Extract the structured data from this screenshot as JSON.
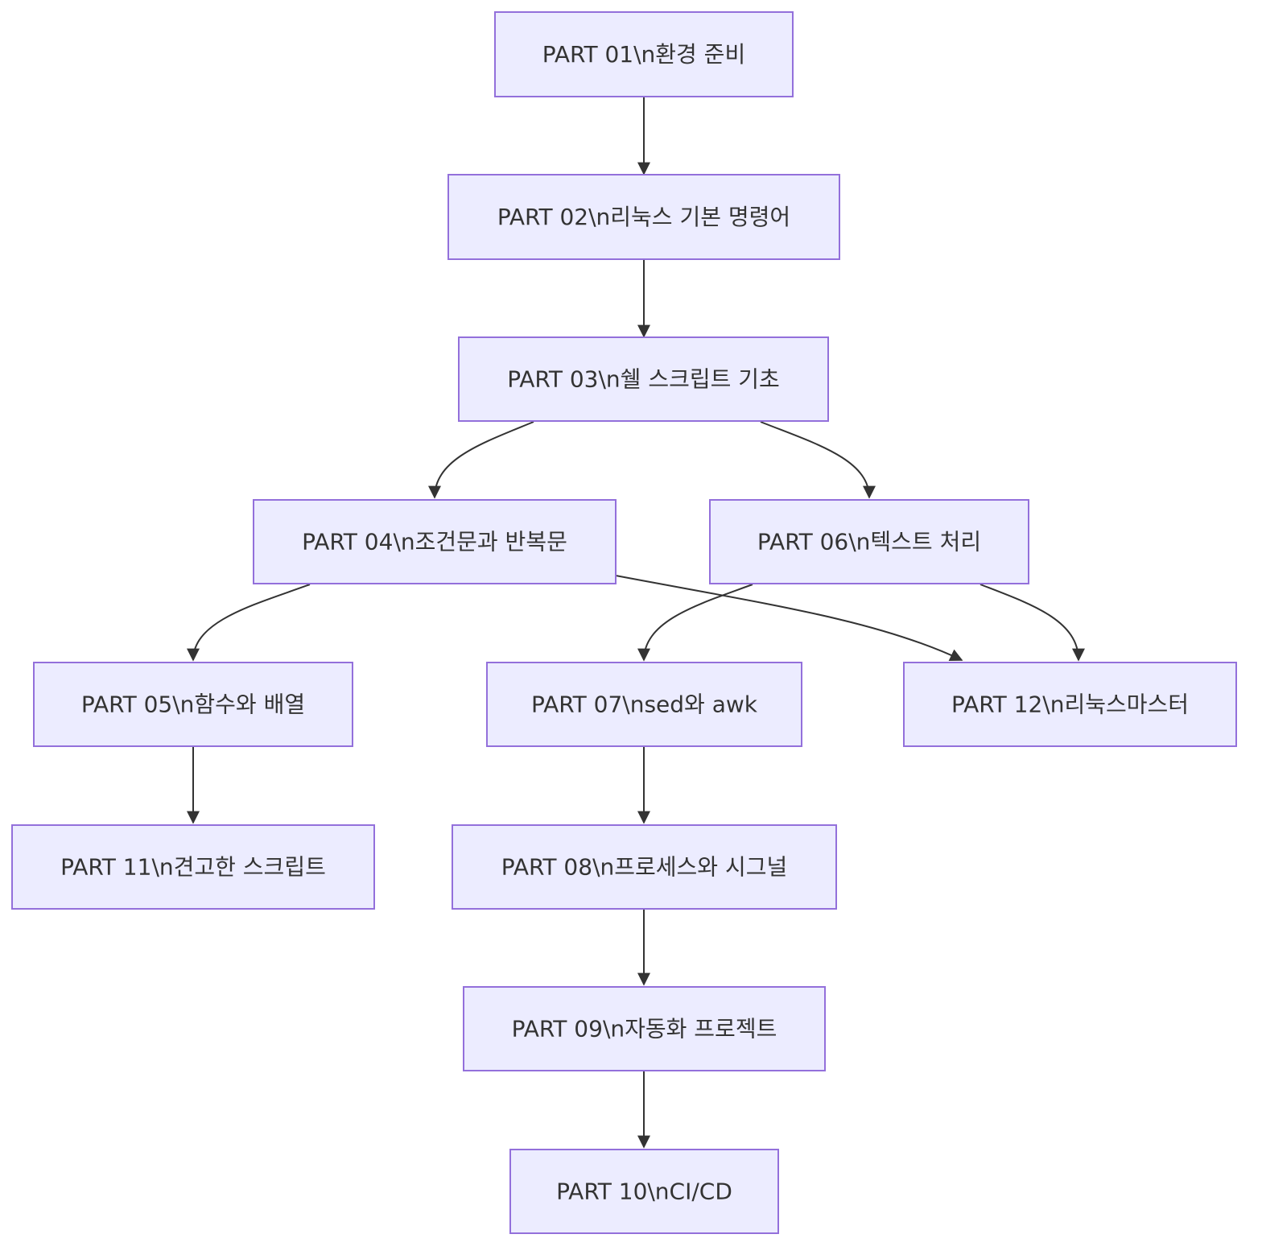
{
  "diagram": {
    "type": "flowchart",
    "colors": {
      "node_fill": "#ECECFF",
      "node_border": "#9370DB",
      "edge": "#333333",
      "text": "#333333"
    },
    "nodes": [
      {
        "id": "p01",
        "label": "PART 01\\n환경 준비"
      },
      {
        "id": "p02",
        "label": "PART 02\\n리눅스 기본 명령어"
      },
      {
        "id": "p03",
        "label": "PART 03\\n쉘 스크립트 기초"
      },
      {
        "id": "p04",
        "label": "PART 04\\n조건문과 반복문"
      },
      {
        "id": "p06",
        "label": "PART 06\\n텍스트 처리"
      },
      {
        "id": "p05",
        "label": "PART 05\\n함수와 배열"
      },
      {
        "id": "p07",
        "label": "PART 07\\nsed와 awk"
      },
      {
        "id": "p12",
        "label": "PART 12\\n리눅스마스터"
      },
      {
        "id": "p11",
        "label": "PART 11\\n견고한 스크립트"
      },
      {
        "id": "p08",
        "label": "PART 08\\n프로세스와 시그널"
      },
      {
        "id": "p09",
        "label": "PART 09\\n자동화 프로젝트"
      },
      {
        "id": "p10",
        "label": "PART 10\\nCI/CD"
      }
    ],
    "edges": [
      {
        "from": "p01",
        "to": "p02"
      },
      {
        "from": "p02",
        "to": "p03"
      },
      {
        "from": "p03",
        "to": "p04"
      },
      {
        "from": "p03",
        "to": "p06"
      },
      {
        "from": "p04",
        "to": "p05"
      },
      {
        "from": "p04",
        "to": "p12"
      },
      {
        "from": "p06",
        "to": "p07"
      },
      {
        "from": "p06",
        "to": "p12"
      },
      {
        "from": "p05",
        "to": "p11"
      },
      {
        "from": "p07",
        "to": "p08"
      },
      {
        "from": "p08",
        "to": "p09"
      },
      {
        "from": "p09",
        "to": "p10"
      }
    ]
  }
}
